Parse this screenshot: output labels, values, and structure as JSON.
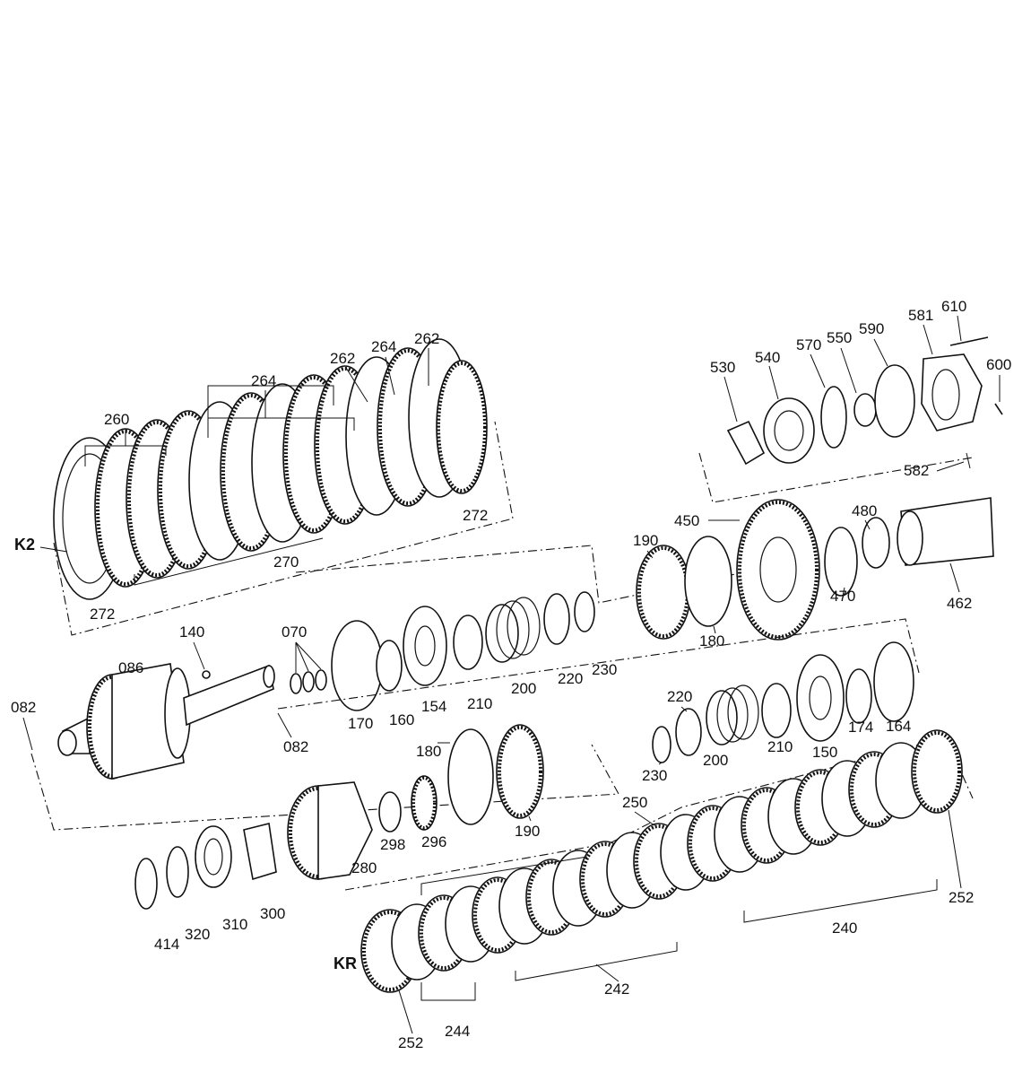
{
  "diagram": {
    "group_labels": {
      "k2": "K2",
      "kr": "KR"
    },
    "callouts": {
      "c260": "260",
      "c264a": "264",
      "c262a": "262",
      "c264b": "264",
      "c262b": "262",
      "c272a": "272",
      "c270": "270",
      "c272b": "272",
      "c530": "530",
      "c540": "540",
      "c570": "570",
      "c550": "550",
      "c590": "590",
      "c581": "581",
      "c610": "610",
      "c600": "600",
      "c582": "582",
      "c190a": "190",
      "c450": "450",
      "c480": "480",
      "c470": "470",
      "c462": "462",
      "c180a": "180",
      "c140": "140",
      "c086": "086",
      "c082a": "082",
      "c082b": "082",
      "c070": "070",
      "c170": "170",
      "c160": "160",
      "c154": "154",
      "c210a": "210",
      "c200a": "200",
      "c220a": "220",
      "c230a": "230",
      "c220b": "220",
      "c230b": "230",
      "c200b": "200",
      "c210b": "210",
      "c150": "150",
      "c174": "174",
      "c164": "164",
      "c180b": "180",
      "c190b": "190",
      "c298": "298",
      "c296": "296",
      "c280": "280",
      "c414": "414",
      "c320": "320",
      "c310": "310",
      "c300": "300",
      "c250": "250",
      "c240": "240",
      "c242": "242",
      "c244": "244",
      "c252a": "252",
      "c252b": "252"
    }
  }
}
